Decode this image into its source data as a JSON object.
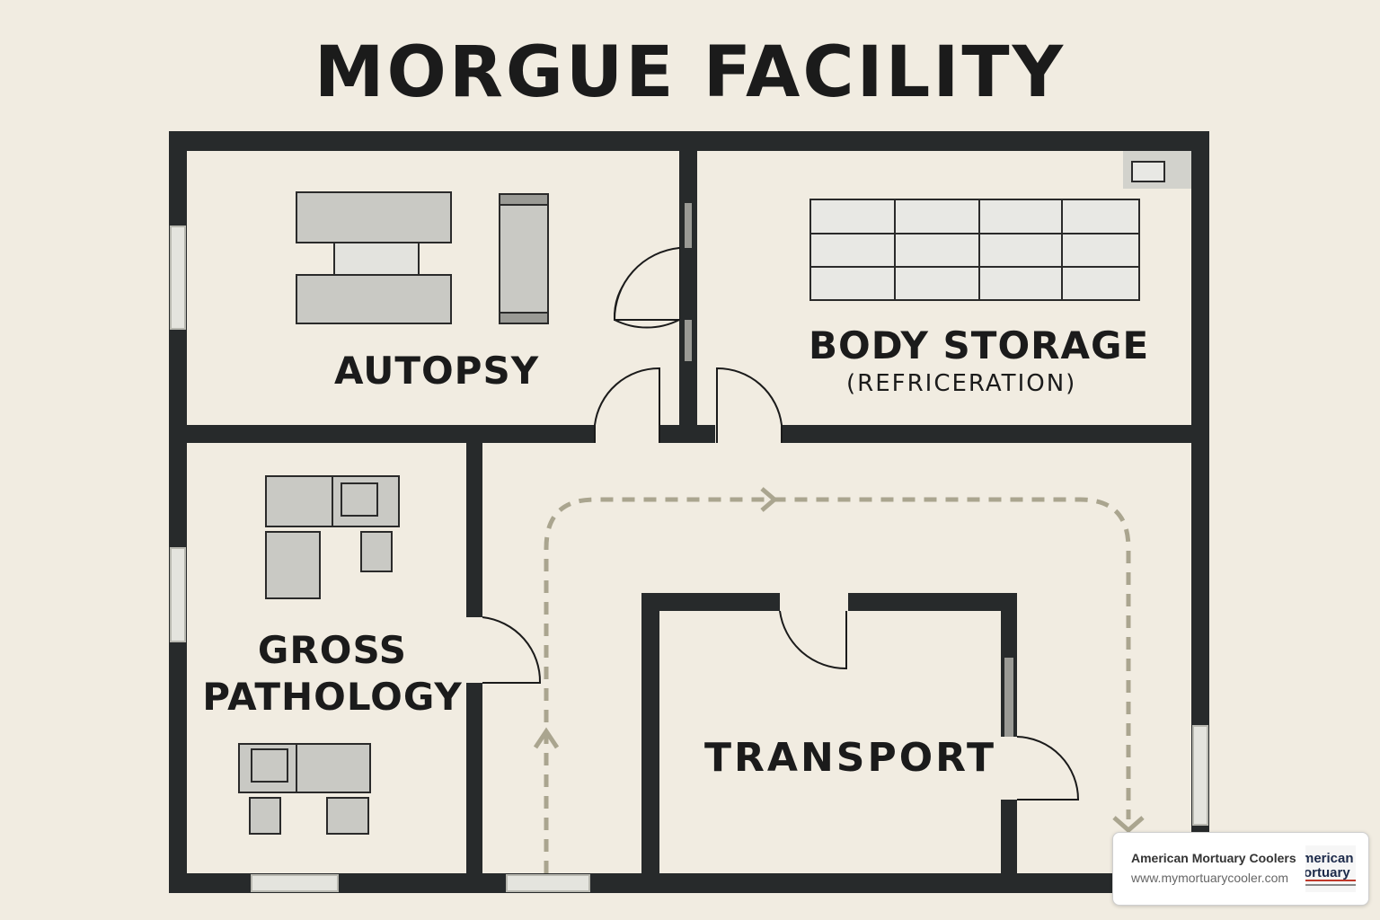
{
  "title": "MORGUE FACILITY",
  "rooms": {
    "autopsy": "AUTOPSY",
    "body_storage": "BODY STORAGE",
    "body_storage_sub": "(REFRICERATION)",
    "gross_pathology": [
      "GROSS",
      "PATHOLOGY"
    ],
    "transport": "TRANSPORT"
  },
  "watermark": {
    "name": "American Mortuary Coolers",
    "url": "www.mymortuarycooler.com",
    "logo_text": [
      "merican",
      "ortuary"
    ]
  },
  "colors": {
    "background": "#f1ece1",
    "wall": "#272a2b",
    "fixture_fill": "#c9c9c4",
    "path_dash": "#aaa58f"
  },
  "icons": [
    "door-swing-icon",
    "window-icon",
    "path-arrow-icon"
  ]
}
